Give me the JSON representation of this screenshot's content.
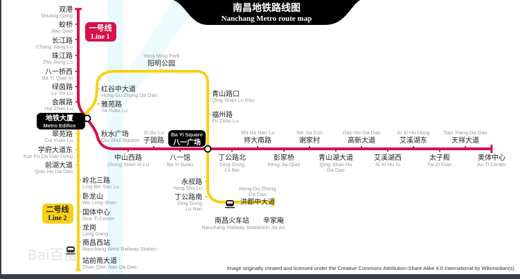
{
  "title": {
    "zh": "南昌地铁路线图",
    "en": "Nanchang Metro route map"
  },
  "colors": {
    "line1": "#d6114b",
    "line2": "#f7d117",
    "river": "#e6f9fb",
    "title_bg": "#000000",
    "hub_bg": "#000000"
  },
  "line1": {
    "badge": {
      "zh": "一号线",
      "en": "Line 1"
    },
    "stations": [
      {
        "zh": "双港",
        "en": "Shuang Gang"
      },
      {
        "zh": "蛟桥",
        "en": "Jiao Qiao"
      },
      {
        "zh": "长江路",
        "en": "Chang Jiang Lu"
      },
      {
        "zh": "珠江路",
        "en": "Zhu Jiang Lu"
      },
      {
        "zh": "八一桥西",
        "en": "Ba Yi Qiao Xi"
      },
      {
        "zh": "绿茵路",
        "en": "Lv Yin Lu"
      },
      {
        "zh": "会展路",
        "en": "Hui Zhan Lu"
      },
      {
        "zh": "秋水广场",
        "en": "Qiu Shui Square"
      },
      {
        "zh": "中山西路",
        "en": "Zhong Shan Xi Lu"
      },
      {
        "zh": "子固路",
        "en": "Zi Gu Lu"
      },
      {
        "zh": "八一馆",
        "en": "Ba Yi Guan"
      },
      {
        "zh": "丁公路北",
        "en": "Ding Gong Lu Bei"
      },
      {
        "zh": "师大南路",
        "en": "Shi Da Nan Lu"
      },
      {
        "zh": "彭家桥",
        "en": "Peng Jia Qiao"
      },
      {
        "zh": "谢家村",
        "en": "Xie Jia Cun"
      },
      {
        "zh": "青山湖大道",
        "en": "Qing Shan Hu Da Dao"
      },
      {
        "zh": "高新大道",
        "en": "Gao Xin Da Dao"
      },
      {
        "zh": "艾溪湖西",
        "en": "Ai Xi Hu Xi"
      },
      {
        "zh": "艾溪湖东",
        "en": "Ai Xi Hu Dong"
      },
      {
        "zh": "太子殿",
        "en": "Tai Zi Dian"
      },
      {
        "zh": "天祥大道",
        "en": "Tian Xiang Da Dao"
      },
      {
        "zh": "奥体中心",
        "en": "Ao Ti Center"
      }
    ]
  },
  "line2": {
    "badge": {
      "zh": "二号线",
      "en": "Line 2"
    },
    "stations": [
      {
        "zh": "站前南大道",
        "en": "Zhan Qian Nan Da Dao"
      },
      {
        "zh": "南昌西站",
        "en": "Nanchang West Railway Station"
      },
      {
        "zh": "龙岗",
        "en": "Long Gang"
      },
      {
        "zh": "国体中心",
        "en": "Guo Ti Center"
      },
      {
        "zh": "卧龙山",
        "en": "Wo Long Shan"
      },
      {
        "zh": "岭北三路",
        "en": "Ling Bei San Lu"
      },
      {
        "zh": "前湖大道",
        "en": "Qian Hu Da Dao"
      },
      {
        "zh": "学府大道东",
        "en": "Xue Fu Da Dao Dong"
      },
      {
        "zh": "翠苑路",
        "en": "Cui Yuan Lu"
      },
      {
        "zh": "雅苑路",
        "en": "Ya Yuan Lu"
      },
      {
        "zh": "红谷中大道",
        "en": "Hong Gu Zhong Da Dao"
      },
      {
        "zh": "阳明公园",
        "en": "Yang Ming Park"
      },
      {
        "zh": "青山路口",
        "en": "Qing Shan Lu Kou"
      },
      {
        "zh": "福州路",
        "en": "Fu Zhou Lu"
      },
      {
        "zh": "永叔路",
        "en": "Yong Shu Lu"
      },
      {
        "zh": "丁公路南",
        "en": "Ding Gong Lu Nan"
      },
      {
        "zh": "南昌火车站",
        "en": "Nanchang Railway Station"
      },
      {
        "zh": "洪都中大道",
        "en": "Hong Du Zhong Da Dao"
      },
      {
        "zh": "辛家庵",
        "en": "Xin Jia An"
      }
    ]
  },
  "interchanges": [
    {
      "zh": "地铁大厦",
      "en": "Metro Edifice"
    },
    {
      "zh": "八一广场",
      "en": "Ba Yi Square"
    }
  ],
  "icons": {
    "railway": "train-icon"
  },
  "watermark": "Bai百度",
  "credit": "Image originally created and licensed under the Creative Commons Attribution-Share Alike 4.0 International by Wikimedian(s)."
}
